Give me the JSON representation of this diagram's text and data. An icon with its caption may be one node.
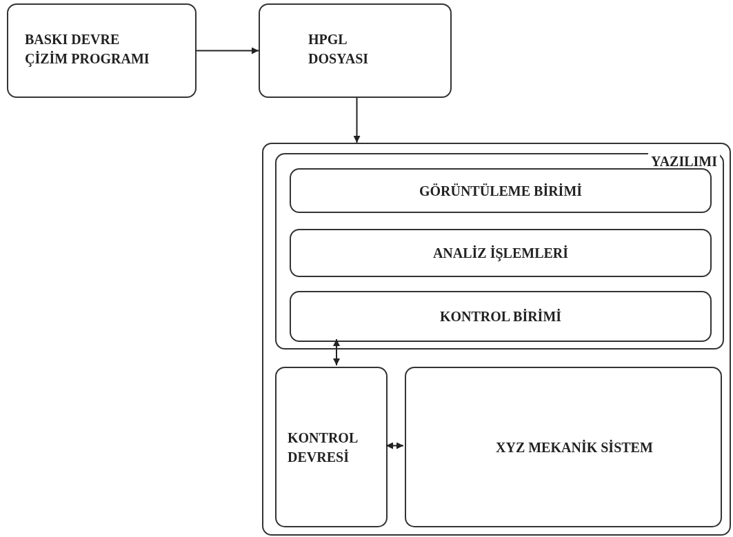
{
  "diagram": {
    "nodes": [
      {
        "text": [
          "BASKI DEVRE ÇİZİM PROGRAMI"
        ]
      },
      {
        "text": [
          "HPGL DOSYASI"
        ]
      },
      {
        "text": [],
        "shape": "box"
      },
      {
        "text": [
          "YAZILIMI"
        ],
        "in": 2
      },
      {
        "text": [
          "GÖRÜNTÜLEME BİRİMİ"
        ],
        "in": 3
      },
      {
        "text": [
          "ANALİZ İŞLEMLERİ"
        ],
        "in": 3
      },
      {
        "text": [
          "KONTROL BİRİMİ"
        ],
        "in": 3
      },
      {
        "text": [
          "KONTROL DEVRESİ"
        ],
        "in": 2
      },
      {
        "text": [
          "XYZ MEKANİK SİSTEM"
        ],
        "in": 2
      }
    ],
    "edges": [
      {
        "from": 0,
        "to": 1,
        "arrow": "to"
      },
      {
        "from": 1,
        "to": 2,
        "arrow": "to"
      },
      {
        "from": 6,
        "to": 7,
        "arrow": "both"
      },
      {
        "from": 7,
        "to": 8,
        "arrow": "both"
      }
    ]
  }
}
